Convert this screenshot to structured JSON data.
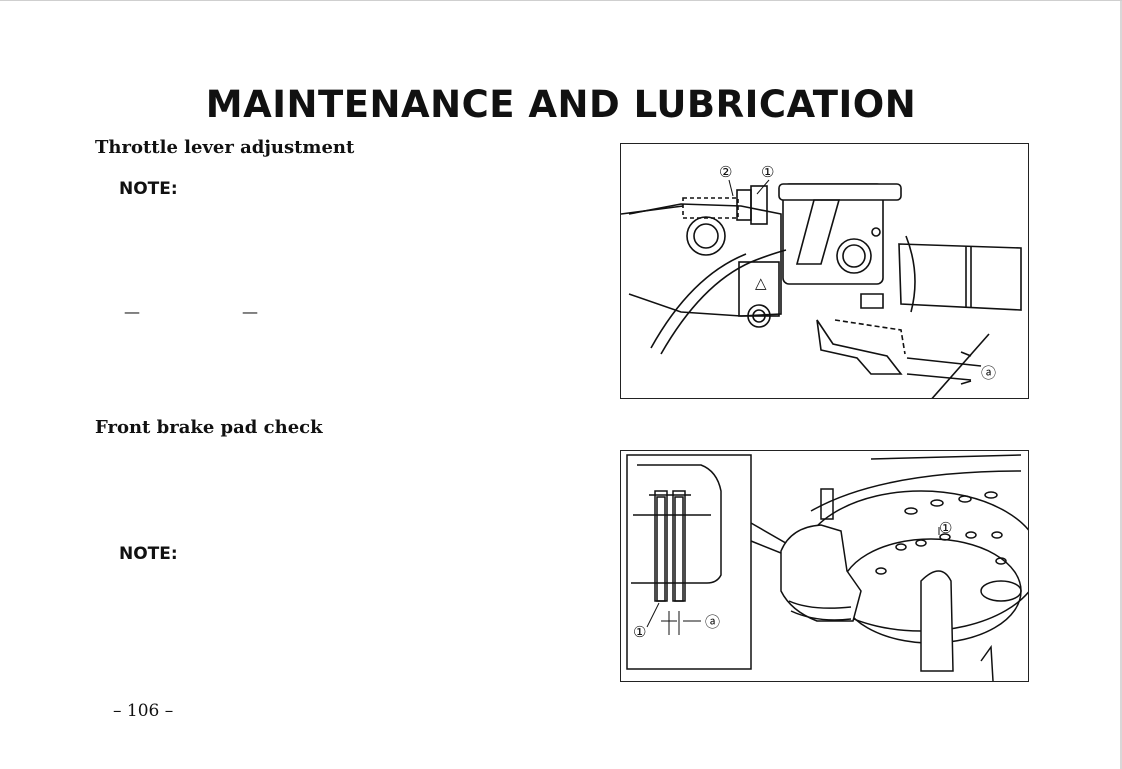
{
  "page": {
    "title": "MAINTENANCE AND LUBRICATION",
    "page_number": "– 106 –"
  },
  "sections": [
    {
      "heading": "Throttle lever adjustment",
      "note_label": "NOTE:",
      "dashes": [
        "—",
        "—"
      ],
      "figure": {
        "callouts": [
          "②",
          "①",
          "ⓐ"
        ]
      }
    },
    {
      "heading": "Front brake pad check",
      "note_label": "NOTE:",
      "figure": {
        "callouts": [
          "①",
          "①",
          "ⓐ"
        ]
      }
    }
  ]
}
